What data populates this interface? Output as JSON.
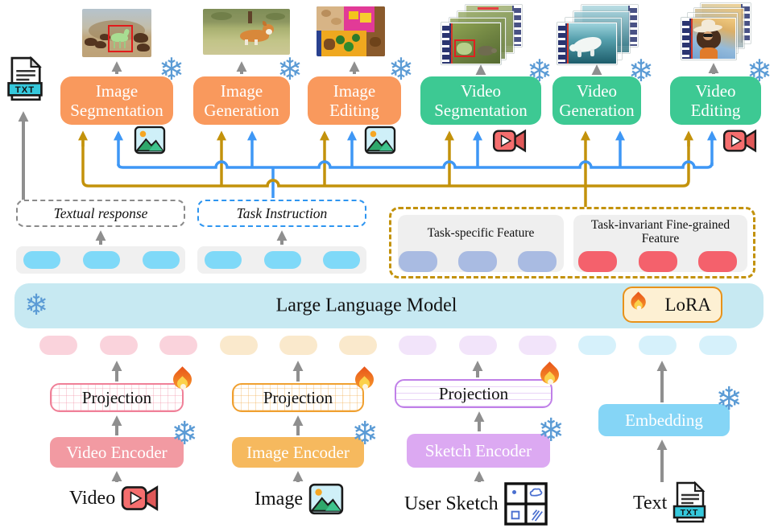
{
  "figure": "multimodal-llm-architecture-diagram",
  "colors": {
    "task_image_fill": "#F9995D",
    "task_video_fill": "#3DC993",
    "wire_blue": "#3E97F5",
    "wire_gold": "#C3920B",
    "wire_gray": "#8F8F8F",
    "llm_fill": "#C7E9F2",
    "lora_fill": "#FDF0D3",
    "lora_border": "#E8921A",
    "snowflake_blue": "#5B9BD5",
    "video_encoder_fill": "#F29AA2",
    "image_encoder_fill": "#F6B95E",
    "sketch_encoder_fill": "#DCA9F2",
    "embedding_fill": "#85D5F6",
    "token_cyan": "#7FD9F8",
    "feature_pill_lavender": "#A9BBE2",
    "feature_pill_red": "#F4616C",
    "llm_token_pink": "#FAD3DC",
    "llm_token_peach": "#FAE9CC",
    "llm_token_lilac": "#F2E4FA",
    "llm_token_cyan": "#D6F1FB"
  },
  "top": {
    "tasks": [
      {
        "label": "Image Segmentation"
      },
      {
        "label": "Image Generation"
      },
      {
        "label": "Image Editing"
      },
      {
        "label": "Video Segmentation"
      },
      {
        "label": "Video Generation"
      },
      {
        "label": "Video Editing"
      }
    ]
  },
  "features": {
    "textual_response": "Textual response",
    "task_instruction": "Task Instruction",
    "task_specific": "Task-specific Feature",
    "task_invariant": "Task-invariant Fine-grained Feature"
  },
  "llm": {
    "label": "Large Language Model",
    "lora": "LoRA"
  },
  "pipeline": {
    "projection": "Projection",
    "video_encoder": "Video Encoder",
    "image_encoder": "Image Encoder",
    "sketch_encoder": "Sketch Encoder",
    "embedding": "Embedding"
  },
  "inputs": {
    "video": "Video",
    "image": "Image",
    "user_sketch": "User Sketch",
    "text": "Text"
  },
  "icons": {
    "txt_label": "TXT"
  }
}
